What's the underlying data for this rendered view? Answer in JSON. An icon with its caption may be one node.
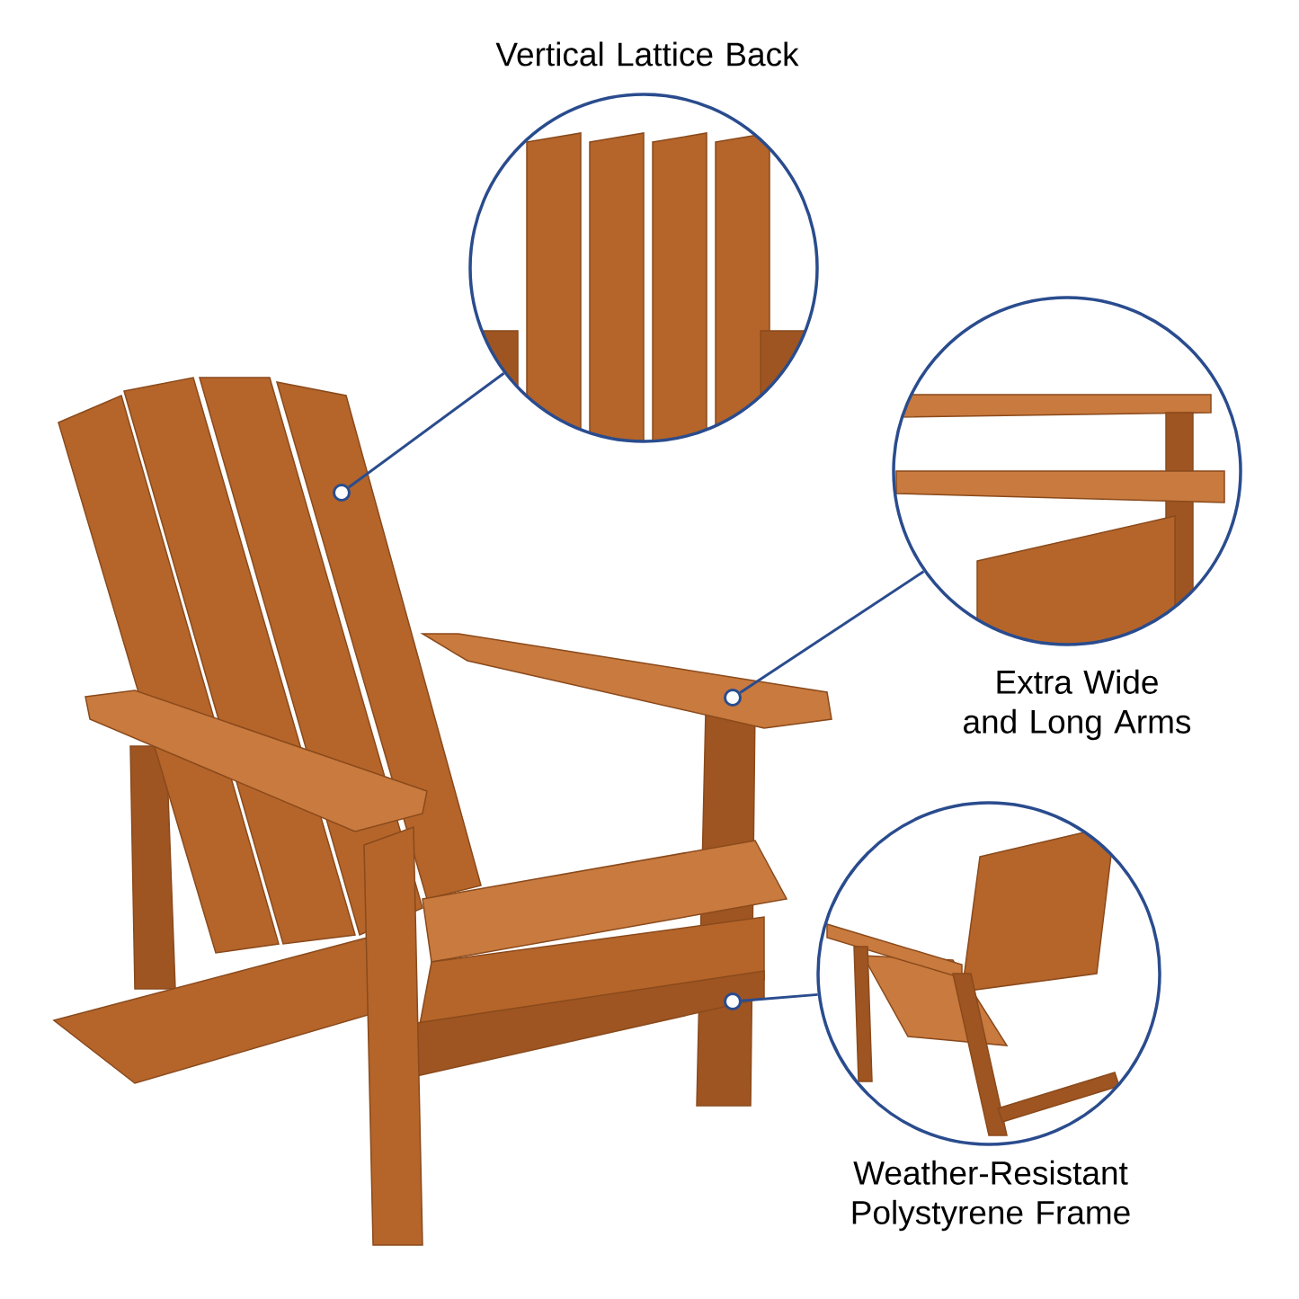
{
  "diagram": {
    "nodes": [
      {
        "text": [
          "Vertical Lattice Back"
        ]
      },
      {
        "text": [
          "Extra Wide and Long Arms"
        ]
      },
      {
        "text": [
          "Weather-Resistant Polystyrene Frame"
        ]
      },
      {
        "text": [],
        "shape": "circle"
      },
      {
        "text": [],
        "shape": "circle"
      },
      {
        "text": [],
        "shape": "circle"
      }
    ],
    "edges": [
      {
        "from": 0,
        "to": 3,
        "arrow": "none"
      },
      {
        "from": 1,
        "to": 4,
        "arrow": "none"
      },
      {
        "from": 2,
        "to": 5,
        "arrow": "none"
      }
    ]
  }
}
